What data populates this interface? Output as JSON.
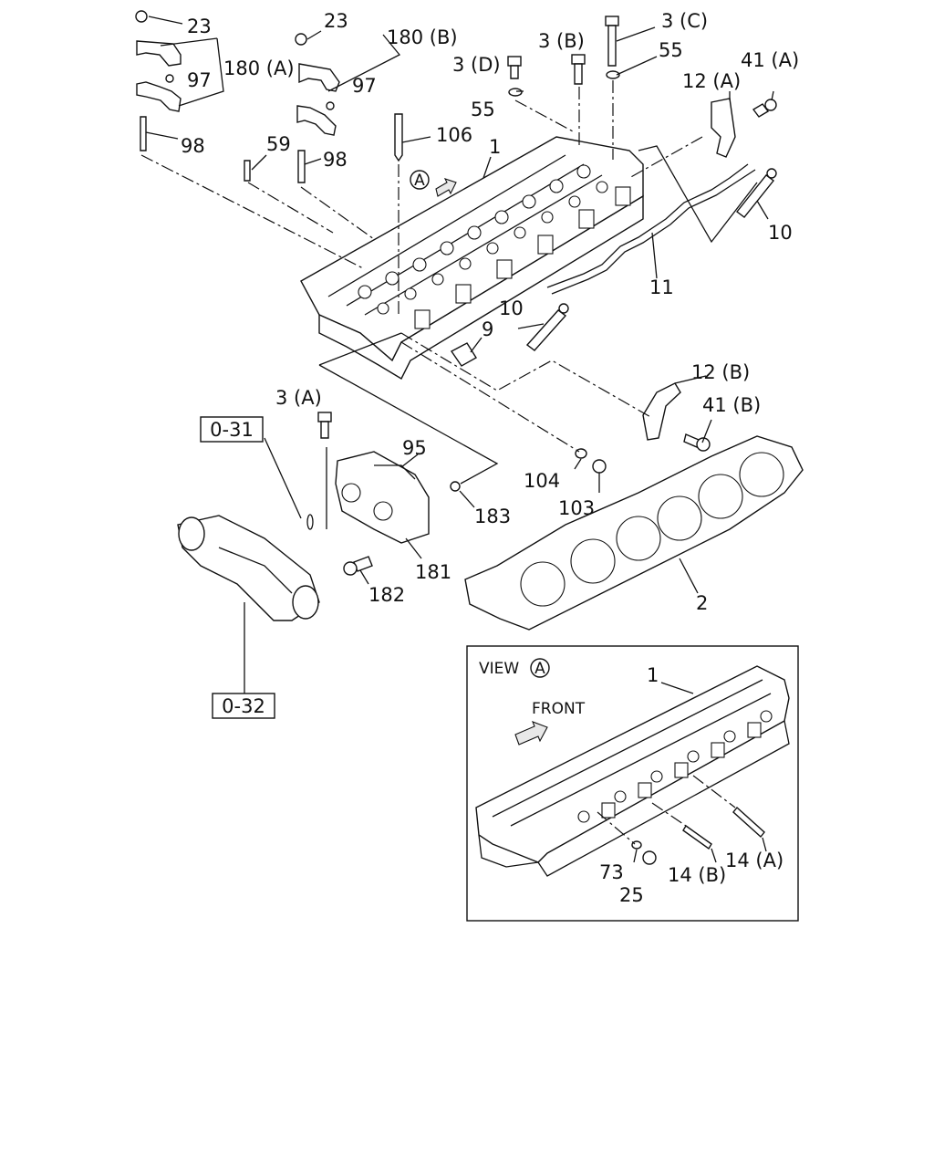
{
  "callouts": {
    "c23a": "23",
    "c23b": "23",
    "c180b": "180 (B)",
    "c180a": "180 (A)",
    "c97a": "97",
    "c97b": "97",
    "c98a": "98",
    "c98b": "98",
    "c59": "59",
    "c106": "106",
    "c1": "1",
    "c3c": "3 (C)",
    "c3b": "3 (B)",
    "c3d": "3 (D)",
    "c55a": "55",
    "c55b": "55",
    "c12a": "12 (A)",
    "c41a": "41 (A)",
    "c10a": "10",
    "c10b": "10",
    "c11": "11",
    "c9": "9",
    "c12b": "12 (B)",
    "c41b": "41 (B)",
    "c3a": "3 (A)",
    "c95": "95",
    "c183": "183",
    "c104": "104",
    "c103": "103",
    "c181": "181",
    "c182": "182",
    "c2": "2"
  },
  "refs": {
    "r031": "0-31",
    "r032": "0-32"
  },
  "view": {
    "title": "VIEW",
    "marker": "A",
    "front": "FRONT",
    "c1": "1",
    "c73": "73",
    "c25": "25",
    "c14b": "14 (B)",
    "c14a": "14 (A)"
  },
  "main_marker": "A"
}
